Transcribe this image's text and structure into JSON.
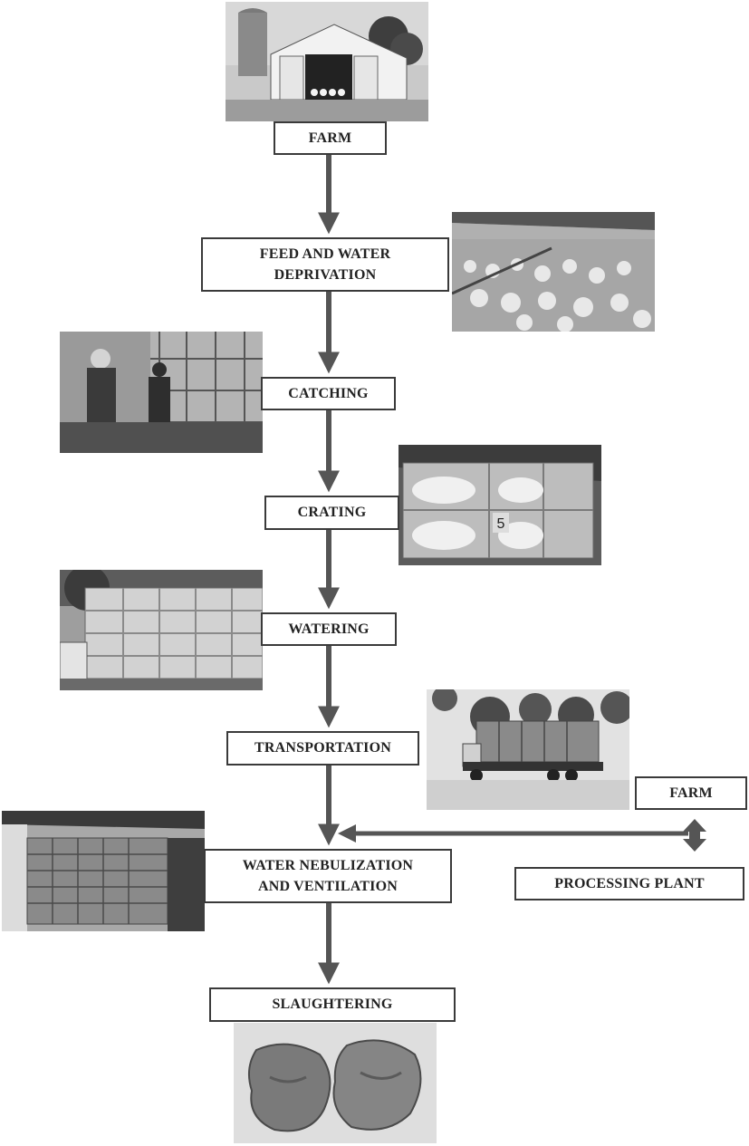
{
  "steps": {
    "farm": "FARM",
    "feed_water_line1": "FEED AND WATER",
    "feed_water_line2": "DEPRIVATION",
    "catching": "CATCHING",
    "crating": "CRATING",
    "watering": "WATERING",
    "transportation": "TRANSPORTATION",
    "nebulization_line1": "WATER NEBULIZATION",
    "nebulization_line2": "AND VENTILATION",
    "slaughtering": "SLAUGHTERING"
  },
  "side_boxes": {
    "farm": "FARM",
    "processing_plant": "PROCESSING PLANT"
  },
  "photos": {
    "farm": "farm-barn-photo",
    "feed_water": "turkey-flock-photo",
    "catching": "catching-workers-photo",
    "crating": "crates-photo",
    "watering": "truck-watering-photo",
    "transportation": "transport-truck-photo",
    "nebulization": "lairage-crates-photo",
    "slaughtering": "meat-cuts-photo"
  },
  "colors": {
    "arrow": "#555555",
    "border": "#3a3a3a"
  }
}
